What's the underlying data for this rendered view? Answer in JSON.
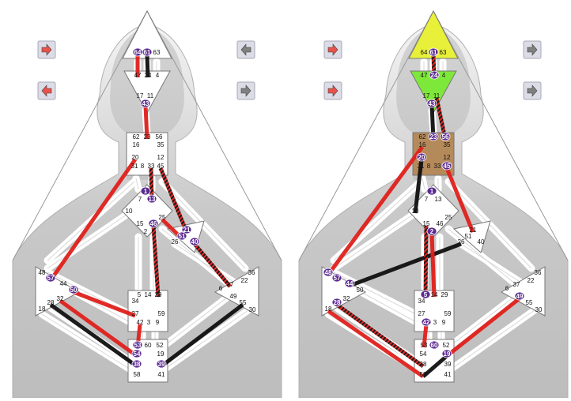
{
  "colors": {
    "red": "#e0201c",
    "black": "#101010",
    "active_number": "#5b2a91",
    "head_center_defined": "#e8f03a",
    "ajna_center_defined": "#7ee83a",
    "throat_center_defined": "#b58a5a",
    "arrow_red": "#e8524a",
    "arrow_gray": "#808080"
  },
  "charts": [
    {
      "id": "left",
      "arrows": [
        {
          "side": "left",
          "row": 1,
          "direction": "right",
          "color": "red"
        },
        {
          "side": "left",
          "row": 2,
          "direction": "left",
          "color": "red"
        },
        {
          "side": "right",
          "row": 1,
          "direction": "left",
          "color": "gray"
        },
        {
          "side": "right",
          "row": 2,
          "direction": "right",
          "color": "gray"
        }
      ],
      "defined_centers": [],
      "active_gates": [
        "64",
        "61",
        "43",
        "1",
        "13",
        "46",
        "21",
        "51",
        "40",
        "57",
        "50",
        "53",
        "54",
        "38",
        "39"
      ],
      "channels": [
        {
          "a": "64",
          "b": "47",
          "style": "red"
        },
        {
          "a": "61",
          "b": "24",
          "style": "black"
        },
        {
          "a": "43",
          "b": "23",
          "style": "red"
        },
        {
          "a": "13",
          "b": "33",
          "style": "redblack"
        },
        {
          "a": "21",
          "b": "45",
          "style": "redblack"
        },
        {
          "a": "51",
          "b": "25",
          "style": "red"
        },
        {
          "a": "46",
          "b": "29",
          "style": "redblack"
        },
        {
          "a": "40",
          "b": "37",
          "style": "redblack"
        },
        {
          "a": "57",
          "b": "20",
          "style": "red"
        },
        {
          "a": "50",
          "b": "27",
          "style": "red"
        },
        {
          "a": "54",
          "b": "32",
          "style": "red"
        },
        {
          "a": "38",
          "b": "28",
          "style": "black"
        },
        {
          "a": "39",
          "b": "55",
          "style": "black"
        },
        {
          "a": "53",
          "b": "42",
          "style": "red"
        }
      ]
    },
    {
      "id": "right",
      "arrows": [
        {
          "side": "left",
          "row": 1,
          "direction": "right",
          "color": "red"
        },
        {
          "side": "left",
          "row": 2,
          "direction": "right",
          "color": "red"
        },
        {
          "side": "right",
          "row": 1,
          "direction": "right",
          "color": "gray"
        },
        {
          "side": "right",
          "row": 2,
          "direction": "right",
          "color": "gray"
        }
      ],
      "defined_centers": [
        "head",
        "ajna",
        "throat"
      ],
      "active_gates": [
        "61",
        "24",
        "43",
        "23",
        "56",
        "20",
        "45",
        "1",
        "2",
        "48",
        "57",
        "44",
        "5",
        "42",
        "49",
        "19",
        "28",
        "60"
      ],
      "channels": [
        {
          "a": "61",
          "b": "24",
          "style": "redblack"
        },
        {
          "a": "43",
          "b": "23",
          "style": "black"
        },
        {
          "a": "11",
          "b": "56",
          "style": "redblack"
        },
        {
          "a": "20",
          "b": "10",
          "style": "black"
        },
        {
          "a": "45",
          "b": "21",
          "style": "red"
        },
        {
          "a": "48",
          "b": "16",
          "style": "red"
        },
        {
          "a": "44",
          "b": "26",
          "style": "black"
        },
        {
          "a": "2",
          "b": "14",
          "style": "red"
        },
        {
          "a": "5",
          "b": "15",
          "style": "redblack"
        },
        {
          "a": "42",
          "b": "53",
          "style": "red"
        },
        {
          "a": "28",
          "b": "38",
          "style": "redblack"
        },
        {
          "a": "19",
          "b": "58",
          "style": "black"
        },
        {
          "a": "49",
          "b": "19",
          "style": "red"
        },
        {
          "a": "18",
          "b": "58",
          "style": "red"
        }
      ]
    }
  ]
}
